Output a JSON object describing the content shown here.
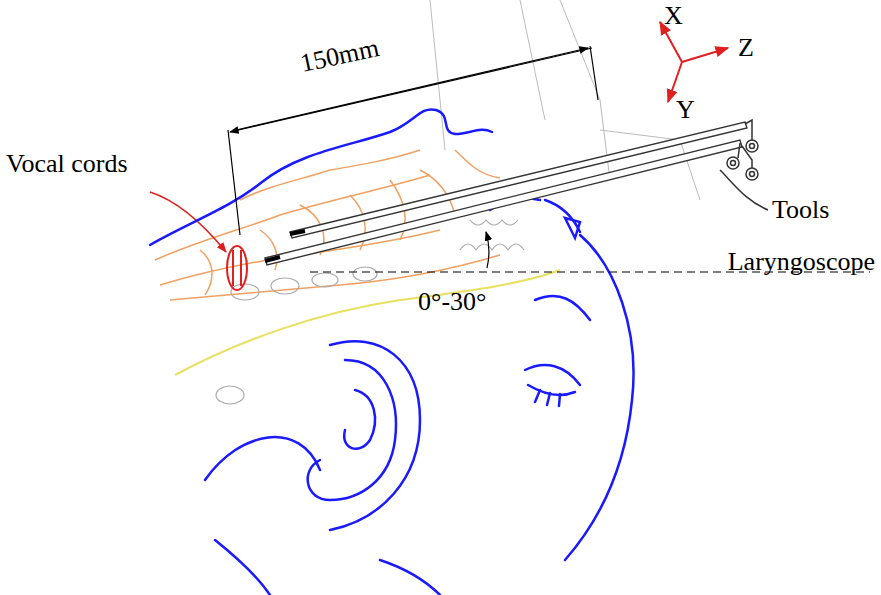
{
  "diagram": {
    "labels": [
      "150mm",
      "Vocal cords",
      "X",
      "Z",
      "Y",
      "Tools",
      "Laryngoscope",
      "0°-30°"
    ]
  }
}
